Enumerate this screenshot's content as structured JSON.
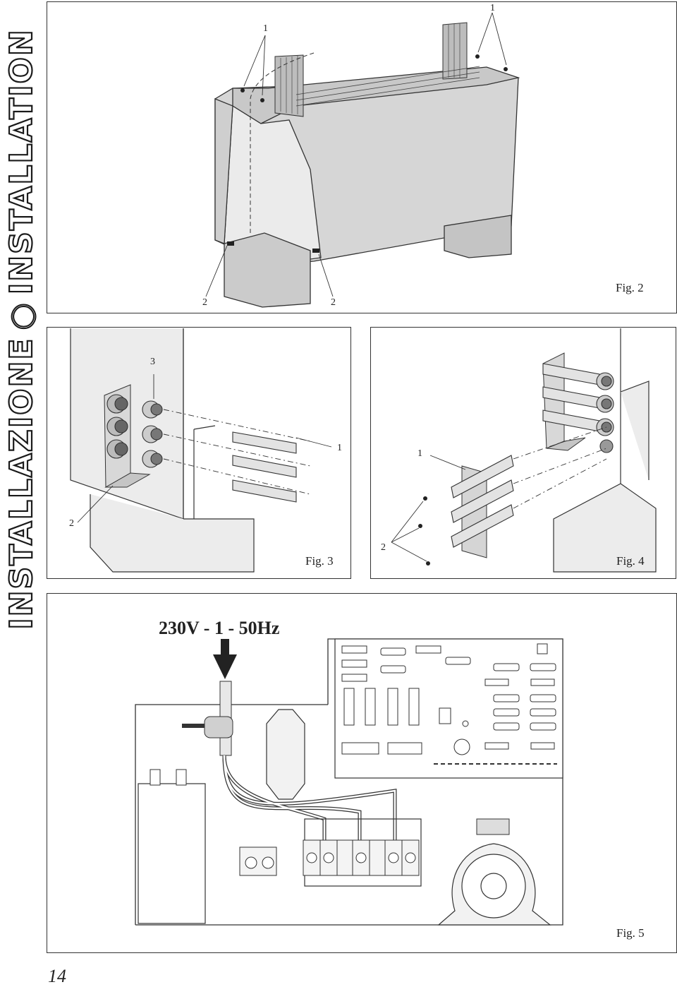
{
  "sidebar": {
    "left_title": "INSTALLAZIONE",
    "right_title": "INSTALLATION"
  },
  "fig2": {
    "label": "Fig. 2",
    "callouts": [
      "1",
      "1",
      "2",
      "2"
    ]
  },
  "fig3": {
    "label": "Fig. 3",
    "callouts": [
      "3",
      "1",
      "2"
    ]
  },
  "fig4": {
    "label": "Fig. 4",
    "callouts": [
      "1",
      "2"
    ]
  },
  "fig5": {
    "label": "Fig. 5",
    "supply": "230V - 1 - 50Hz"
  },
  "page_number": "14"
}
